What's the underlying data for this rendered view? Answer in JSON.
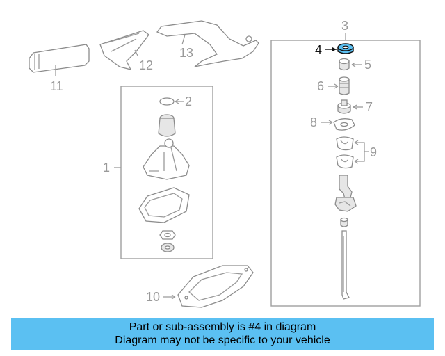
{
  "callouts": {
    "c1": "1",
    "c2": "2",
    "c3": "3",
    "c4": "4",
    "c5": "5",
    "c6": "6",
    "c7": "7",
    "c8": "8",
    "c9": "9",
    "c10": "10",
    "c11": "11",
    "c12": "12",
    "c13": "13"
  },
  "highlight": {
    "part_number": "4",
    "color": "#5bc0f2"
  },
  "banner": {
    "line1": "Part or sub-assembly is #4 in diagram",
    "line2": "Diagram may not be specific to your vehicle",
    "color": "#5bc0f2"
  }
}
